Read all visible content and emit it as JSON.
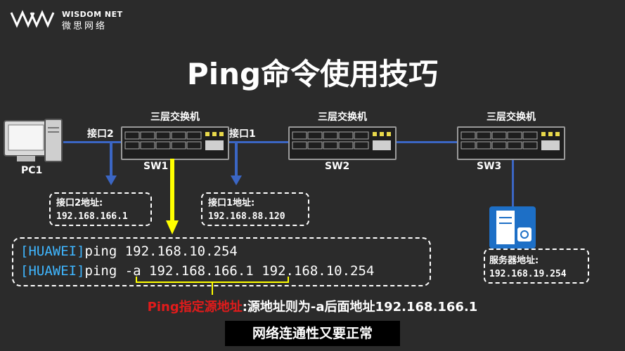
{
  "brand": {
    "name_en": "WISDOM NET",
    "name_cn": "微思网络",
    "icon": "wisdom-net-logo-icon"
  },
  "title": "Ping命令使用技巧",
  "switches": [
    {
      "label": "三层交换机",
      "name": "SW1"
    },
    {
      "label": "三层交换机",
      "name": "SW2"
    },
    {
      "label": "三层交换机",
      "name": "SW3"
    }
  ],
  "pc": {
    "name": "PC1",
    "icon": "pc-icon"
  },
  "ports": {
    "port2": "接口2",
    "port1": "接口1"
  },
  "address_boxes": {
    "port2": {
      "label": "接口2地址:",
      "ip": "192.168.166.1"
    },
    "port1": {
      "label": "接口1地址:",
      "ip": "192.168.88.120"
    },
    "server": {
      "label": "服务器地址:",
      "ip": "192.168.19.254"
    }
  },
  "server": {
    "icon": "server-icon"
  },
  "commands": {
    "line1": {
      "prompt": "[HUAWEI]",
      "text": "ping 192.168.10.254"
    },
    "line2": {
      "prompt": "[HUAWEI]",
      "text_before": "ping ",
      "option": "-a 192.168.166.1",
      "text_after": " 192.168.10.254"
    }
  },
  "explain": {
    "red_part": "Ping指定源地址",
    "white_part": ":源地址则为-a后面地址192.168.166.1"
  },
  "subtitle": "网络连通性又要正常",
  "colors": {
    "background": "#2b2b2b",
    "link": "#3b66c4",
    "accent_yellow": "#ffff00",
    "prompt_blue": "#3fb6ff",
    "highlight_red": "#e21b1b"
  }
}
